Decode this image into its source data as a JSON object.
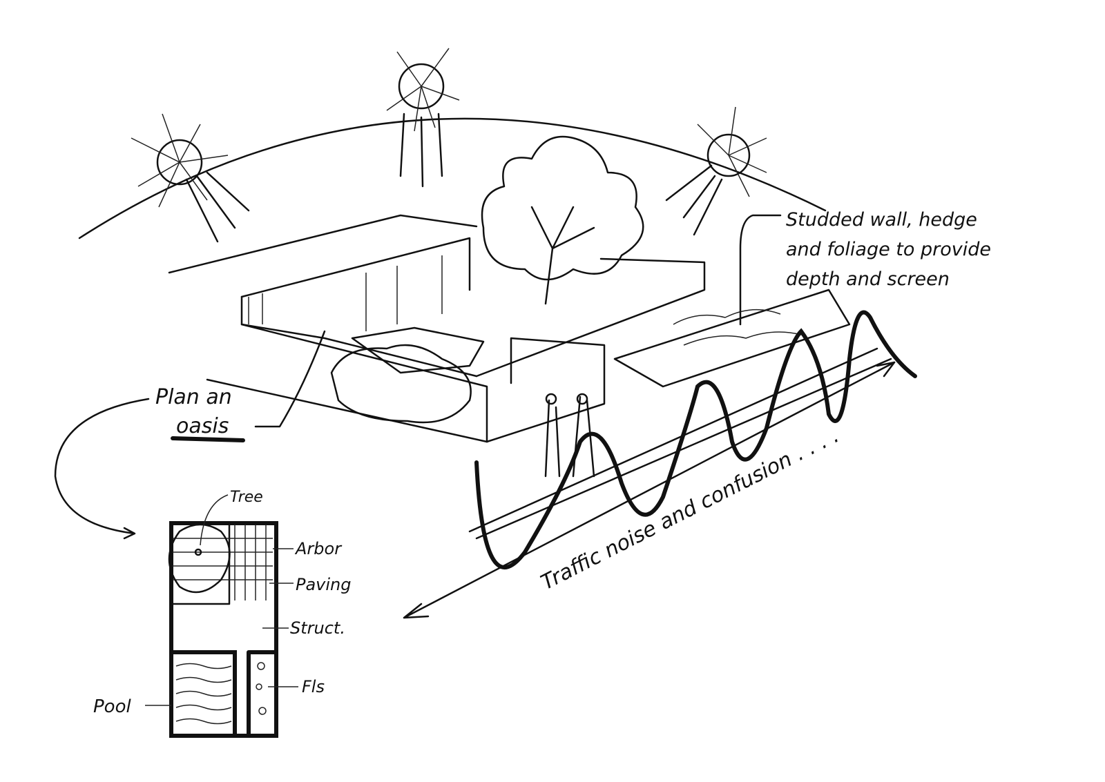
{
  "annotations": {
    "screen_line1": "Studded wall, hedge",
    "screen_line2": "and foliage to provide",
    "screen_line3": "depth and screen",
    "plan_line1": "Plan an",
    "plan_line2": "oasis",
    "traffic": "Traffic noise and confusion . . . ."
  },
  "plan_labels": {
    "tree": "Tree",
    "arbor": "Arbor",
    "paving": "Paving",
    "struct": "Struct.",
    "flowers": "Fls",
    "pool": "Pool"
  }
}
